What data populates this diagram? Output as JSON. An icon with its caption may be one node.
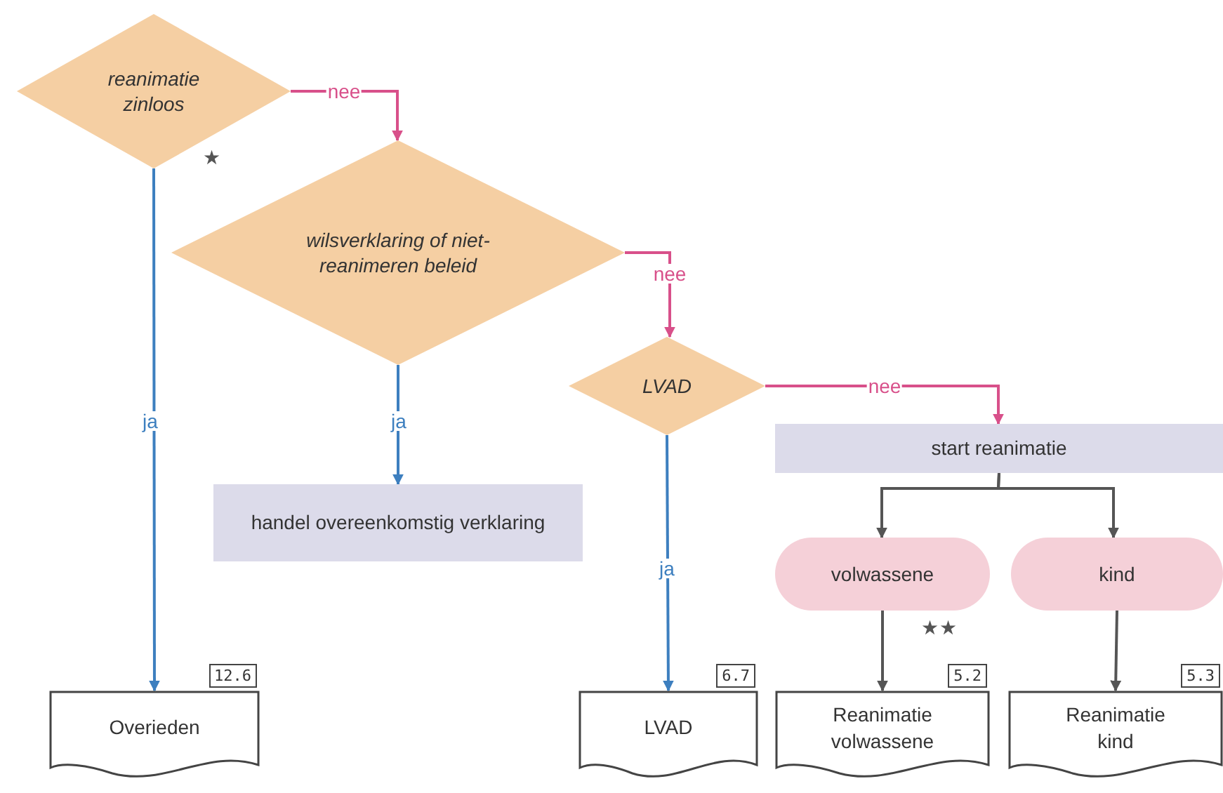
{
  "diagram": {
    "nodes": [
      {
        "text": [
          "reanimatie zinloos"
        ],
        "beside": [
          "★"
        ]
      },
      {
        "text": [
          "wilsverklaring of niet-reanimeren beleid"
        ]
      },
      {
        "text": [
          "handel overeenkomstig verklaring"
        ]
      },
      {
        "text": [
          "LVAD"
        ]
      },
      {
        "text": [
          "start reanimatie"
        ]
      },
      {
        "text": [
          "volwassene"
        ],
        "beside": [
          "★★"
        ]
      },
      {
        "text": [
          "kind"
        ]
      },
      {
        "text": [
          "Overieden"
        ],
        "beside": [
          "12.6"
        ]
      },
      {
        "text": [
          "LVAD"
        ],
        "beside": [
          "6.7"
        ]
      },
      {
        "text": [
          "Reanimatie volwassene"
        ],
        "beside": [
          "5.2"
        ]
      },
      {
        "text": [
          "Reanimatie kind"
        ],
        "beside": [
          "5.3"
        ]
      }
    ],
    "edges": [
      {
        "from": 0,
        "to": 1,
        "arrow": "to",
        "label": "nee",
        "color": "#d8508a"
      },
      {
        "from": 0,
        "to": 7,
        "arrow": "to",
        "label": "ja",
        "color": "#3d7fbf"
      },
      {
        "from": 1,
        "to": 2,
        "arrow": "to",
        "label": "ja",
        "color": "#3d7fbf"
      },
      {
        "from": 1,
        "to": 3,
        "arrow": "to",
        "label": "nee",
        "color": "#d8508a"
      },
      {
        "from": 3,
        "to": 4,
        "arrow": "to",
        "label": "nee",
        "color": "#d8508a"
      },
      {
        "from": 3,
        "to": 8,
        "arrow": "to",
        "label": "ja",
        "color": "#3d7fbf"
      },
      {
        "from": 4,
        "to": 5,
        "arrow": "to"
      },
      {
        "from": 4,
        "to": 6,
        "arrow": "to"
      },
      {
        "from": 5,
        "to": 9,
        "arrow": "to"
      },
      {
        "from": 6,
        "to": 10,
        "arrow": "to"
      }
    ]
  }
}
